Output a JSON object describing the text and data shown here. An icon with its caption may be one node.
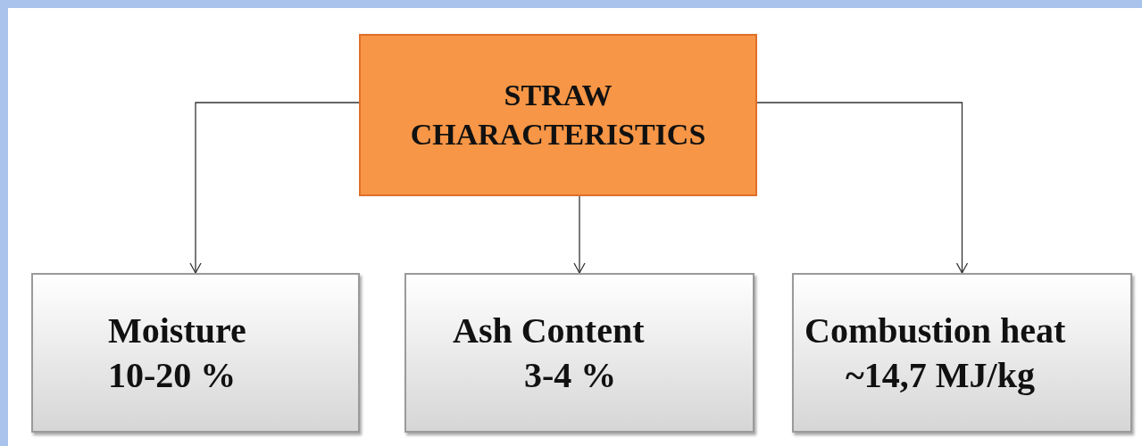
{
  "diagram": {
    "nodes": [
      {
        "text": [
          "STRAW CHARACTERISTICS"
        ]
      },
      {
        "text": [
          "Moisture",
          "10-20 %"
        ]
      },
      {
        "text": [
          "Ash Content",
          "3-4 %"
        ]
      },
      {
        "text": [
          "Combustion heat",
          "~14,7 MJ/kg"
        ]
      }
    ],
    "edges": [
      {
        "from": 0,
        "to": 1,
        "arrow": "to"
      },
      {
        "from": 0,
        "to": 2,
        "arrow": "to"
      },
      {
        "from": 0,
        "to": 3,
        "arrow": "to"
      }
    ]
  }
}
